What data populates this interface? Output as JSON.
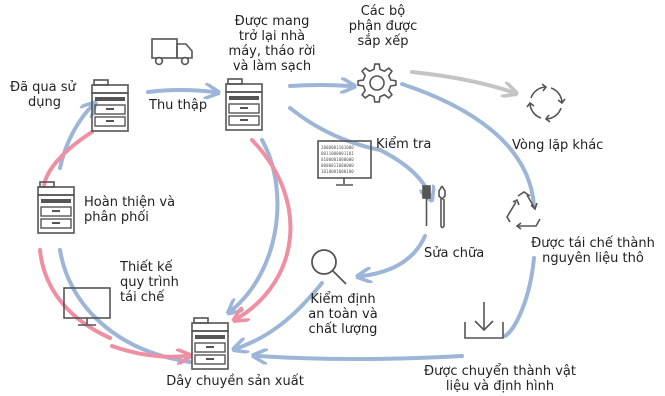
{
  "labels": {
    "used": [
      "Đã qua sử",
      "dụng"
    ],
    "collect": "Thu thập",
    "returned": [
      "Được mang",
      "trở lại nhà",
      "máy, tháo rời",
      "và làm sạch"
    ],
    "sorted": [
      "Các bộ",
      "phận được",
      "sắp xếp"
    ],
    "other_loop": "Vòng lặp khác",
    "inspect": "Kiểm tra",
    "repair": "Sửa chữa",
    "recycled": [
      "Được tái chế thành",
      "nguyên liệu thô"
    ],
    "finish": [
      "Hoàn thiện và",
      "phân phối"
    ],
    "design": [
      "Thiết kế",
      "quy trình",
      "tái chế"
    ],
    "safety": [
      "Kiểm định",
      "an toàn và",
      "chất lượng"
    ],
    "production": "Dây chuyền sản xuất",
    "material": [
      "Được chuyển thành vật",
      "liệu và định hình"
    ]
  },
  "monitor_code": [
    "1000001101000",
    "0011000001101",
    "0100001000000",
    "0000011000000",
    "1010001000100"
  ],
  "colors": {
    "blue": "#9db6d8",
    "pink": "#ee8fa3",
    "gray": "#c4c4c4",
    "icon": "#555555"
  },
  "icons": [
    "truck-icon",
    "copier-icon",
    "gear-icon",
    "cycle-arrows-icon",
    "monitor-icon",
    "wrench-screwdriver-icon",
    "recycle-icon",
    "magnifier-icon",
    "download-tray-icon"
  ]
}
